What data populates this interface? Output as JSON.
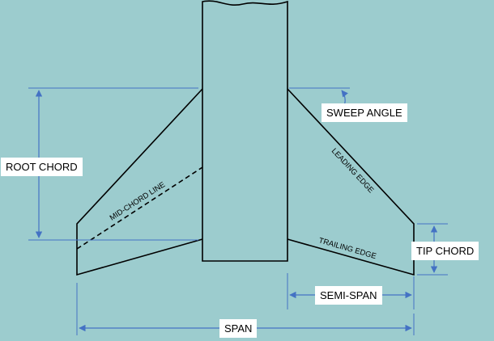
{
  "labels": {
    "root_chord": "ROOT CHORD",
    "sweep_angle": "SWEEP ANGLE",
    "leading_edge": "LEADING EDGE",
    "mid_chord_line": "MID-CHORD LINE",
    "trailing_edge": "TRAILING EDGE",
    "tip_chord": "TIP CHORD",
    "semi_span": "SEMI-SPAN",
    "span": "SPAN"
  },
  "colors": {
    "background": "#9cccce",
    "outline": "#000000",
    "dimension": "#4472c4",
    "label_box": "#ffffff"
  }
}
